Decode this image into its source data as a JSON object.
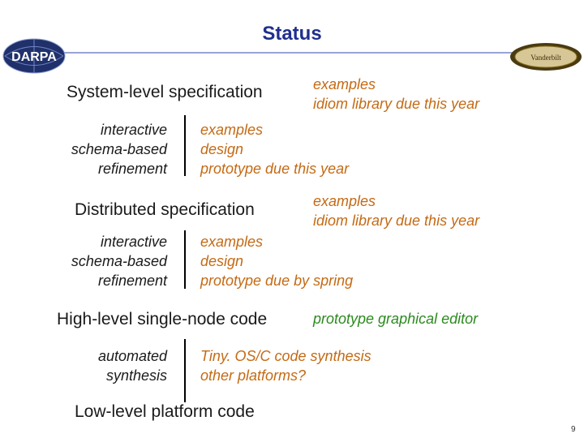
{
  "slide": {
    "title": "Status",
    "page_number": "9",
    "logo_left": {
      "text": "DARPA"
    },
    "logo_right": {
      "text": "Vanderbilt"
    }
  },
  "levels": {
    "l1": "System-level specification",
    "l2": "Distributed specification",
    "l3": "High-level single-node code",
    "l4": "Low-level platform code"
  },
  "steps": {
    "s1": {
      "lines": [
        "interactive",
        "schema-based",
        "refinement"
      ]
    },
    "s2": {
      "lines": [
        "interactive",
        "schema-based",
        "refinement"
      ]
    },
    "s3": {
      "lines": [
        "automated",
        "synthesis"
      ]
    }
  },
  "notes": {
    "n1": {
      "lines": [
        "examples",
        "idiom library due this year"
      ]
    },
    "n2": {
      "lines": [
        "examples",
        "design",
        "prototype due this year"
      ]
    },
    "n3": {
      "lines": [
        "examples",
        "idiom library due this year"
      ]
    },
    "n4": {
      "lines": [
        "examples",
        "design",
        "prototype due by spring"
      ]
    },
    "n5": {
      "lines": [
        "prototype graphical editor"
      ]
    },
    "n6": {
      "lines": [
        "Tiny. OS/C code synthesis",
        "other platforms?"
      ]
    }
  },
  "colors": {
    "title": "#1f2f8f",
    "orange": "#c46a14",
    "green": "#2b8a1e"
  }
}
